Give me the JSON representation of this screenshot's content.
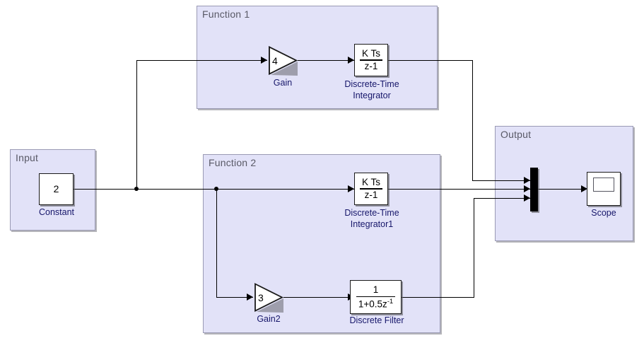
{
  "diagram": {
    "title": "Simulink block diagram",
    "background_color": "#ffffff",
    "subsystem_fill": "#e2e2f8",
    "subsystem_border": "#9a9ab4",
    "wire_color": "#000000",
    "label_color": "#16166a"
  },
  "subsystems": {
    "input": {
      "label": "Input"
    },
    "function1": {
      "label": "Function 1"
    },
    "function2": {
      "label": "Function 2"
    },
    "output": {
      "label": "Output"
    }
  },
  "blocks": {
    "constant": {
      "value": "2",
      "caption": "Constant"
    },
    "gain1": {
      "value": "4",
      "caption": "Gain"
    },
    "integrator1": {
      "numerator": "K Ts",
      "denominator": "z-1",
      "caption": "Discrete-Time\nIntegrator"
    },
    "integrator2": {
      "numerator": "K Ts",
      "denominator": "z-1",
      "caption": "Discrete-Time\nIntegrator1"
    },
    "gain2": {
      "value": "3",
      "caption": "Gain2"
    },
    "discrete_filter": {
      "numerator": "1",
      "denominator": "1+0.5z",
      "denominator_exponent": "-1",
      "caption": "Discrete Filter"
    },
    "mux": {
      "caption": "",
      "input_count": "3"
    },
    "scope": {
      "caption": "Scope"
    }
  }
}
